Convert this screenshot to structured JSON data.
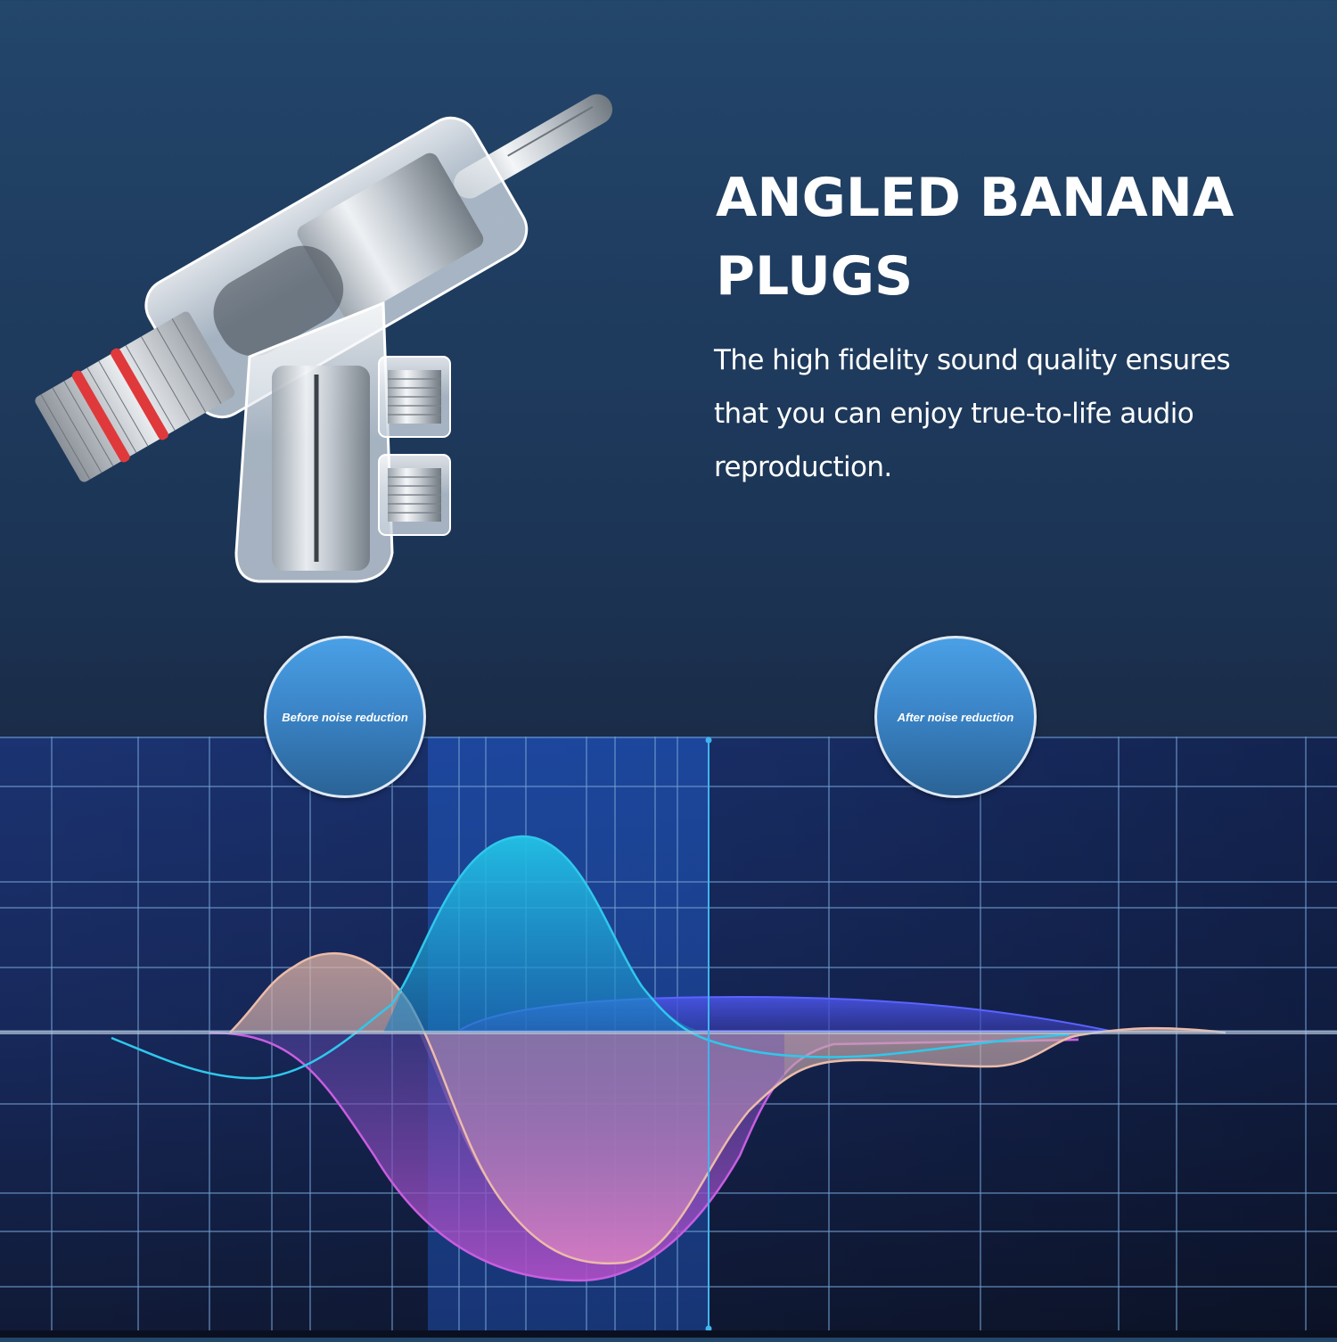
{
  "headline": {
    "line1": "ANGLED BANANA",
    "line2": "PLUGS"
  },
  "description": {
    "line1": "The high fidelity sound quality ensures",
    "line2": "that you can enjoy true-to-life audio",
    "line3": "reproduction."
  },
  "product": {
    "name": "angled-banana-plug",
    "ring_color": "#e0393b",
    "body": "transparent",
    "metal": "silver"
  },
  "comparison": {
    "before_label": "Before noise reduction",
    "after_label": "After noise reduction"
  },
  "colors": {
    "background_top": "#23466b",
    "background_bottom": "#172640",
    "grid_line": "#5f8fbf",
    "highlight_band": "#1c4a9a",
    "cursor_line": "#3fb4f0",
    "wave_cyan": "#27c6e8",
    "wave_peach": "#e7b6a4",
    "wave_magenta": "#c25bd6",
    "wave_blue": "#4a57e6",
    "bubble": "#3b85c8"
  }
}
